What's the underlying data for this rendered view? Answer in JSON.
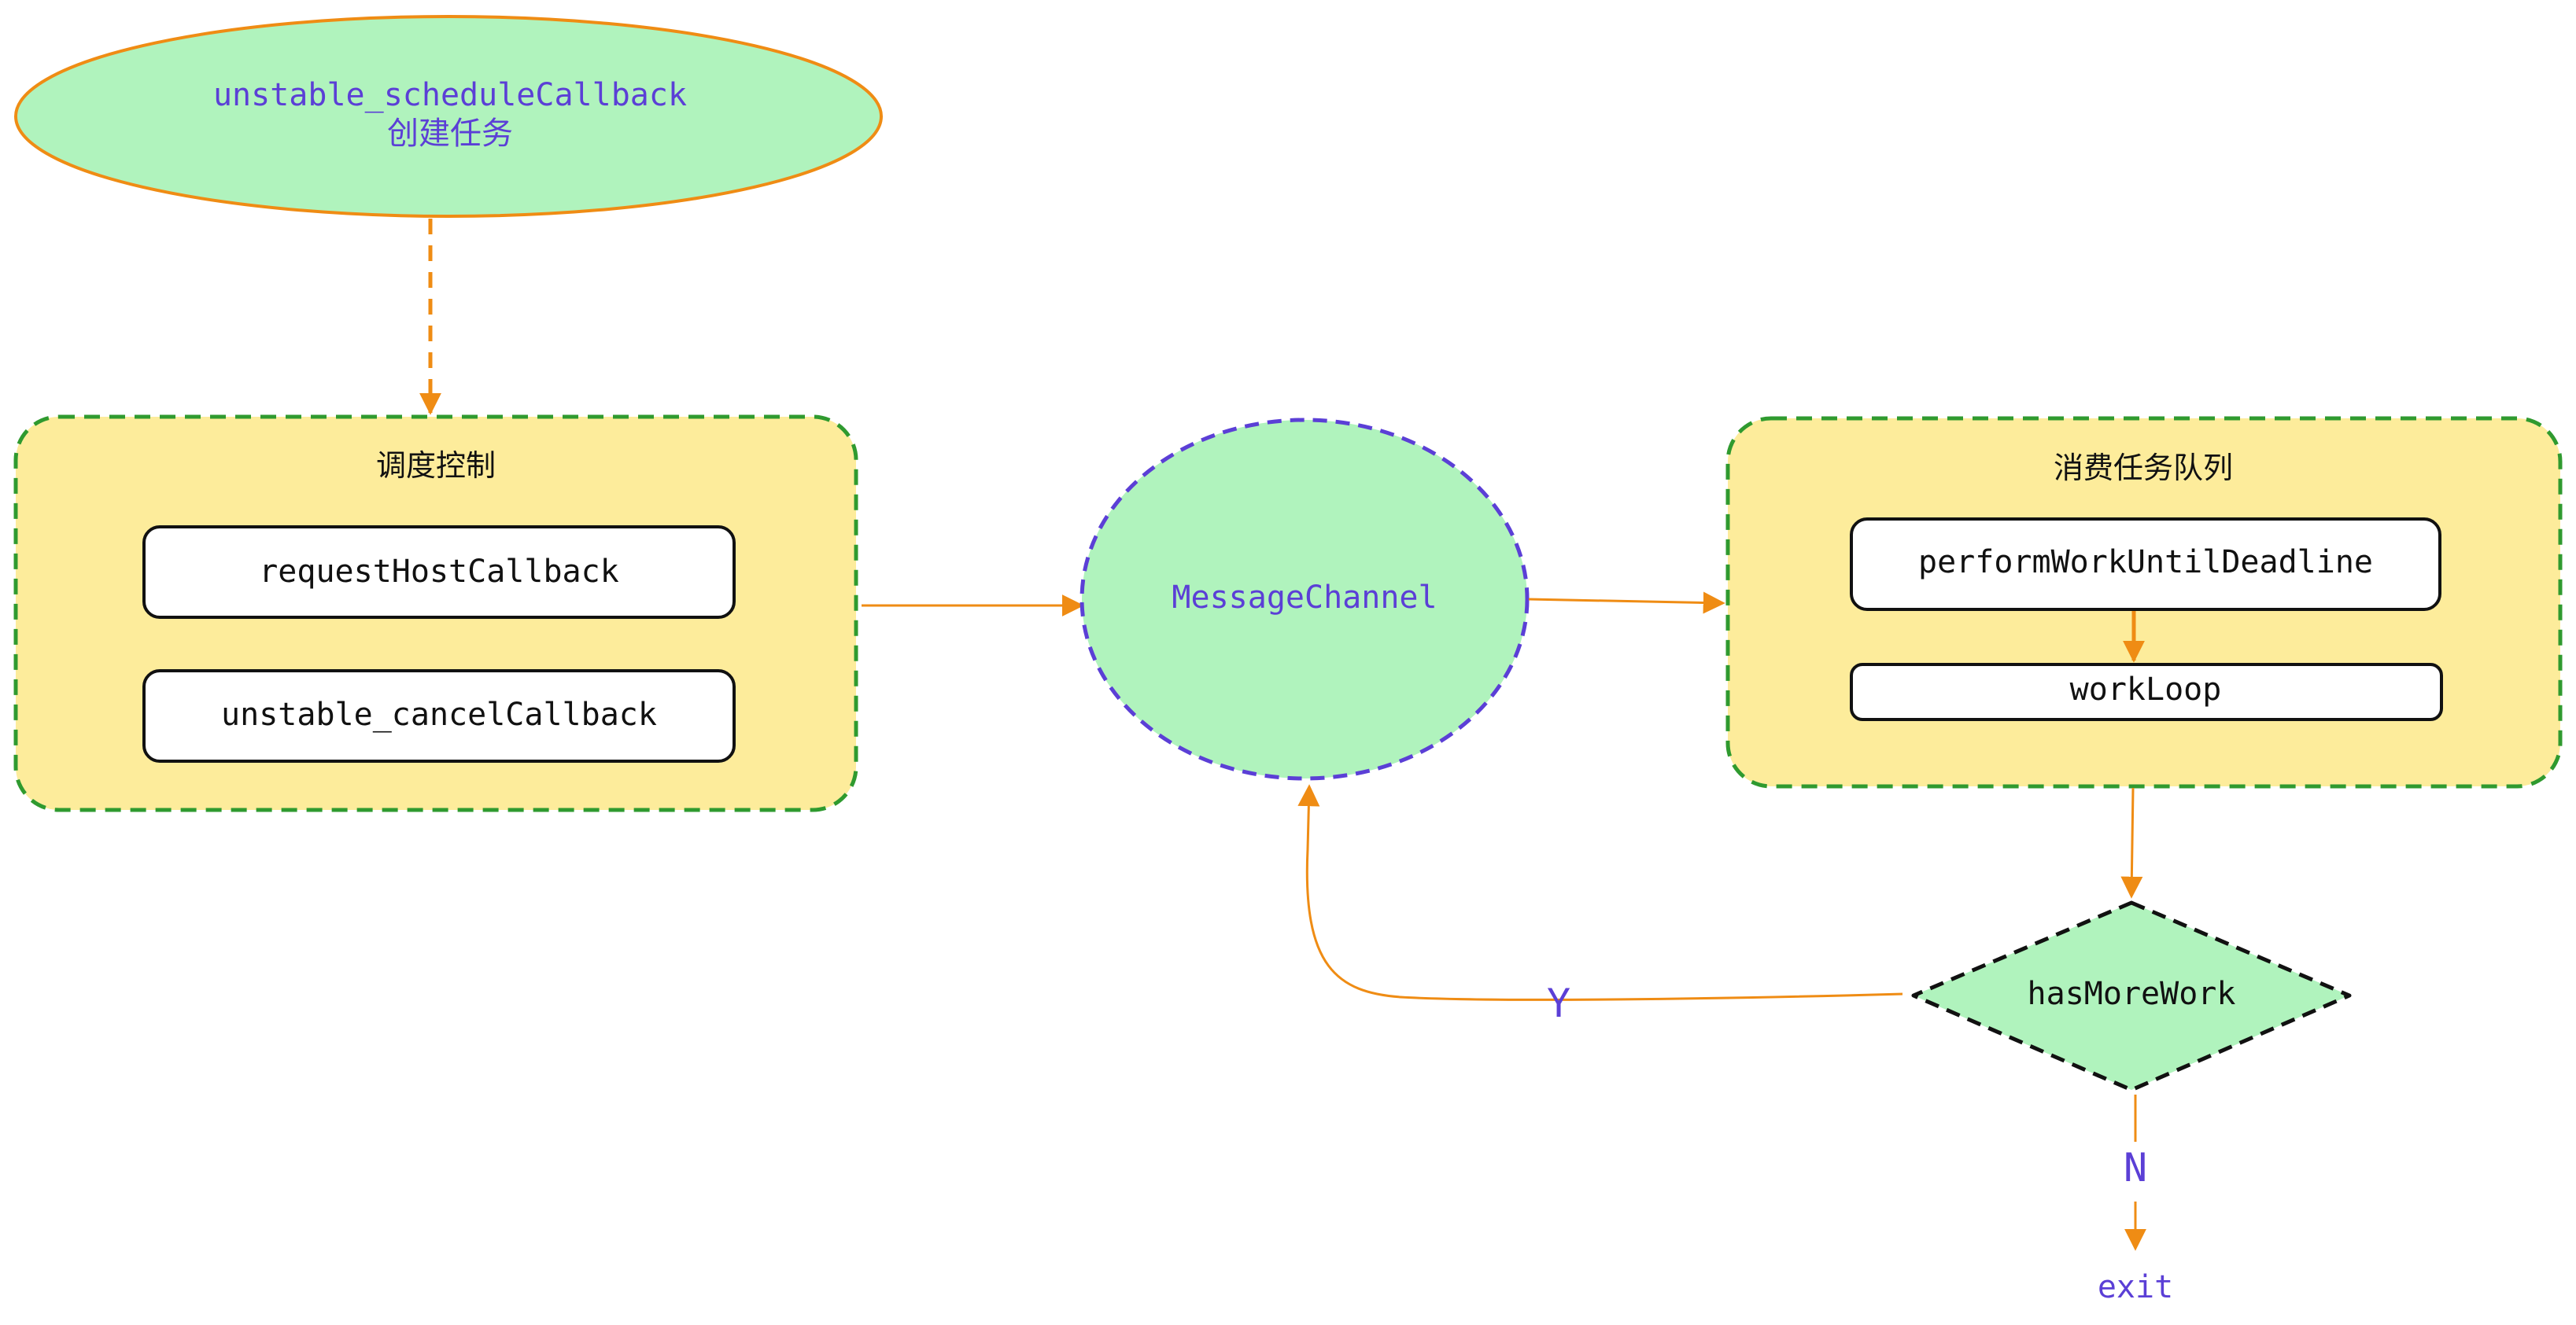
{
  "start_node": {
    "line1": "unstable_scheduleCallback",
    "line2": "创建任务"
  },
  "scheduler_control": {
    "title": "调度控制",
    "items": [
      "requestHostCallback",
      "unstable_cancelCallback"
    ]
  },
  "message_channel": {
    "label": "MessageChannel"
  },
  "consume_queue": {
    "title": "消费任务队列",
    "items": [
      "performWorkUntilDeadline",
      "workLoop"
    ]
  },
  "decision": {
    "label": "hasMoreWork",
    "yes_label": "Y",
    "no_label": "N"
  },
  "exit_node": {
    "label": "exit"
  },
  "colors": {
    "node_green": "#b0f3bd",
    "group_yellow": "#fdec9b",
    "orange": "#ef8c14",
    "dash_green": "#2f9a2f",
    "purple": "#5b3fd6"
  }
}
